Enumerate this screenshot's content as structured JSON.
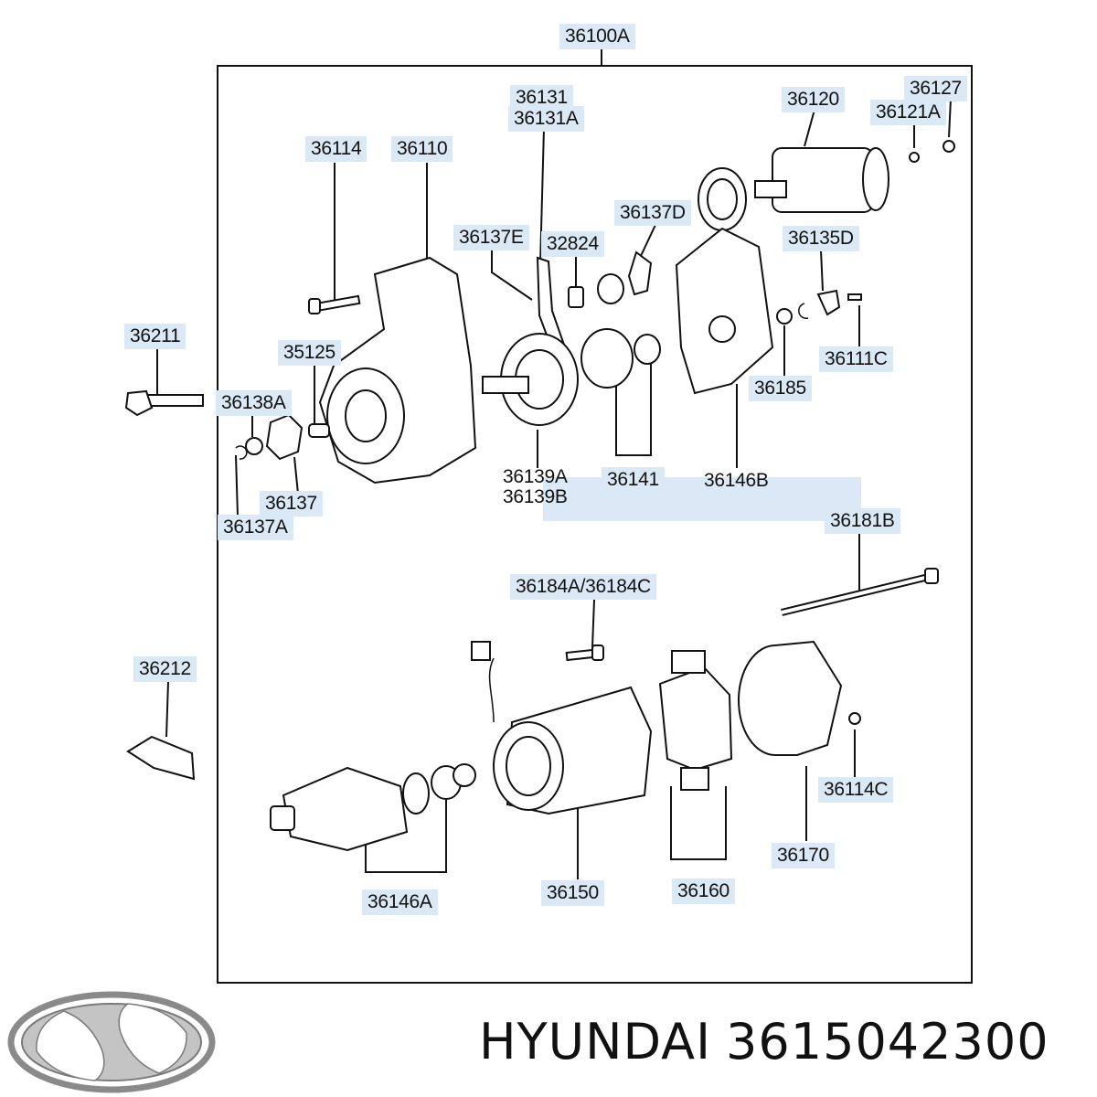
{
  "assembly": {
    "label": "36100A"
  },
  "callouts": {
    "c36131": "36131",
    "c36131A": "36131A",
    "c36120": "36120",
    "c36127": "36127",
    "c36121A": "36121A",
    "c36114": "36114",
    "c36110": "36110",
    "c36137D": "36137D",
    "c36137E": "36137E",
    "c32824": "32824",
    "c36135D": "36135D",
    "c36211": "36211",
    "c35125": "35125",
    "c36111C": "36111C",
    "c36138A": "36138A",
    "c36185": "36185",
    "c36139A": "36139A",
    "c36139B": "36139B",
    "c36141": "36141",
    "c36146B": "36146B",
    "c36137": "36137",
    "c36137A": "36137A",
    "c36181B": "36181B",
    "c36184": "36184A/36184C",
    "c36212": "36212",
    "c36114C": "36114C",
    "c36170": "36170",
    "c36160": "36160",
    "c36150": "36150",
    "c36146A": "36146A"
  },
  "footer": {
    "brand": "HYUNDAI",
    "part_number": "3615042300"
  },
  "colors": {
    "callout_bg": "#dbe9f6",
    "line": "#111111",
    "logo": "#8a8a8a"
  },
  "icons": {
    "logo": "hyundai-logo-icon"
  }
}
